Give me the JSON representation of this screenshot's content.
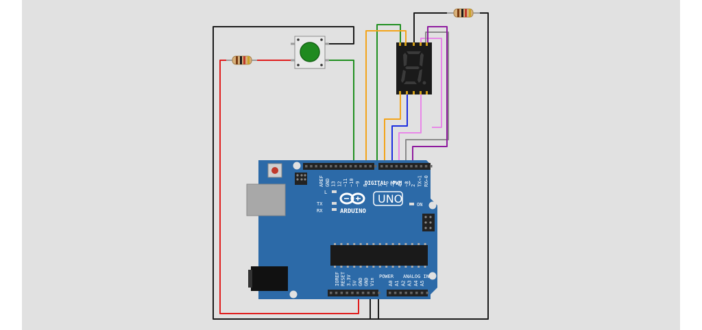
{
  "board": {
    "digital_header_label": "DIGITAL (PWM ~)",
    "power_label": "POWER",
    "analog_label": "ANALOG IN",
    "brand": "ARDUINO",
    "model": "UNO",
    "led_l": "L",
    "led_tx": "TX",
    "led_rx": "RX",
    "led_on": "ON",
    "digital_pins": [
      "AREF",
      "GND",
      "13",
      "12",
      "~11",
      "~10",
      "~9",
      "8",
      "7",
      "~6",
      "~5",
      "4",
      "~3",
      "2",
      "TX→1",
      "RX←0"
    ],
    "power_pins": [
      "IOREF",
      "RESET",
      "3.3V",
      "5V",
      "GND",
      "GND",
      "Vin"
    ],
    "analog_pins": [
      "A0",
      "A1",
      "A2",
      "A3",
      "A4",
      "A5"
    ]
  },
  "colors": {
    "canvas": "#e1e1e1",
    "board": "#2c6aa8",
    "wire_black": "#1a1a1a",
    "wire_red": "#e01b1b",
    "wire_green": "#1f8f1f",
    "wire_orange": "#f3a41a",
    "wire_blue": "#1a2de0",
    "wire_pink": "#e887e8",
    "wire_gray": "#8a8a8a",
    "wire_purple": "#8e1a9e",
    "button_cap": "#1f8a1f",
    "display_body": "#1a1a1a",
    "segment_off": "#3a3a3a"
  },
  "components": {
    "pushbutton": "push-button",
    "resistor_left": "resistor",
    "resistor_top": "resistor",
    "display": "7-segment-display",
    "board": "arduino-uno"
  }
}
